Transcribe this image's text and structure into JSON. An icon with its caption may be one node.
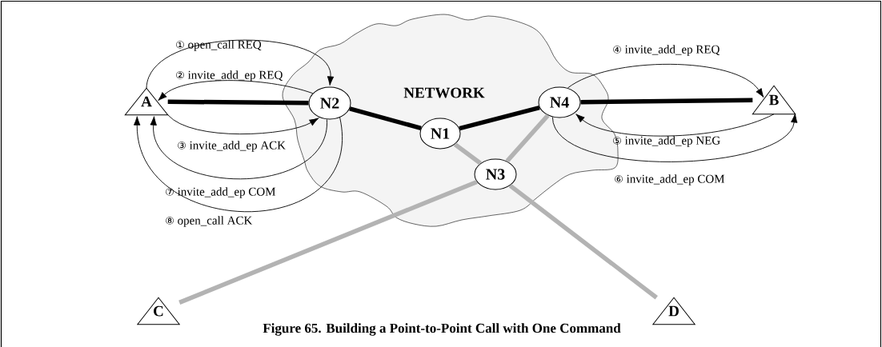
{
  "diagram": {
    "caption": "Figure 65. Building a Point-to-Point Call with One Command",
    "nodes": [
      {
        "text": [
          "NETWORK"
        ]
      },
      {
        "text": [
          "A"
        ]
      },
      {
        "text": [
          "N2"
        ],
        "in": 0
      },
      {
        "text": [
          "N1"
        ],
        "in": 0
      },
      {
        "text": [
          "N4"
        ],
        "in": 0
      },
      {
        "text": [
          "B"
        ]
      },
      {
        "text": [
          "N3"
        ],
        "in": 0
      },
      {
        "text": [
          "C"
        ]
      },
      {
        "text": [
          "D"
        ]
      }
    ],
    "edges": [
      {
        "from": 1,
        "to": 2,
        "arrow": "none",
        "style": "thick"
      },
      {
        "from": 2,
        "to": 3,
        "arrow": "none",
        "style": "thick"
      },
      {
        "from": 3,
        "to": 4,
        "arrow": "none",
        "style": "thick"
      },
      {
        "from": 4,
        "to": 5,
        "arrow": "none",
        "style": "thick"
      },
      {
        "from": 3,
        "to": 6,
        "arrow": "none",
        "style": "thick",
        "color": "#b3b3b3"
      },
      {
        "from": 6,
        "to": 8,
        "arrow": "none",
        "style": "thick",
        "color": "#b3b3b3"
      },
      {
        "from": 4,
        "to": 6,
        "arrow": "none",
        "style": "thick",
        "color": "#b3b3b3"
      },
      {
        "from": 6,
        "to": 7,
        "arrow": "none",
        "style": "thick",
        "color": "#b3b3b3"
      },
      {
        "from": 1,
        "to": 2,
        "arrow": "to",
        "label": "① open_call REQ"
      },
      {
        "from": 2,
        "to": 1,
        "arrow": "to",
        "label": "② invite_add_ep REQ"
      },
      {
        "from": 1,
        "to": 2,
        "arrow": "to",
        "label": "③ invite_add_ep ACK"
      },
      {
        "from": 4,
        "to": 5,
        "arrow": "to",
        "label": "④ invite_add_ep REQ"
      },
      {
        "from": 5,
        "to": 4,
        "arrow": "to",
        "label": "⑤ invite_add_ep NEG"
      },
      {
        "from": 4,
        "to": 5,
        "arrow": "to",
        "label": "⑥ invite_add_ep COM"
      },
      {
        "from": 2,
        "to": 1,
        "arrow": "to",
        "label": "⑦ invite_add_ep COM"
      },
      {
        "from": 2,
        "to": 1,
        "arrow": "to",
        "label": "⑧ open_call ACK"
      }
    ]
  }
}
